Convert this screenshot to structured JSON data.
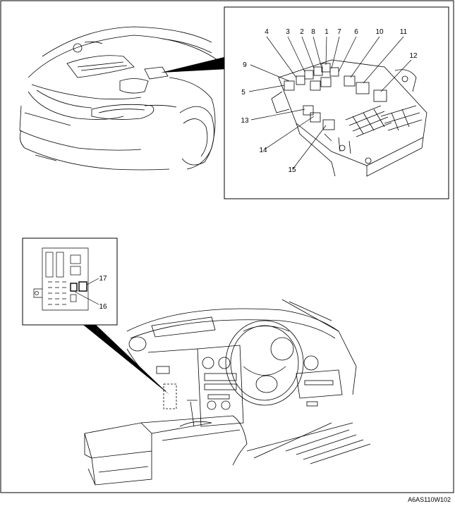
{
  "figure_code": "A6AS110W102",
  "engine_callouts": [
    "1",
    "2",
    "3",
    "4",
    "5",
    "6",
    "7",
    "8",
    "9",
    "10",
    "11",
    "12",
    "13",
    "14",
    "15"
  ],
  "interior_callouts": [
    "16",
    "17"
  ]
}
